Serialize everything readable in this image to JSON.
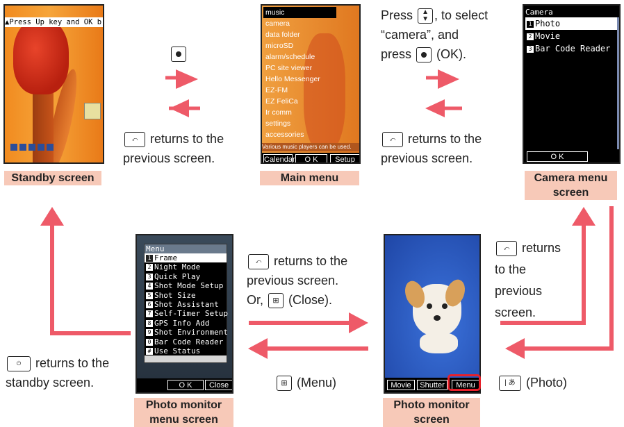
{
  "colors": {
    "arrow": "#ee5a68",
    "caption_bg": "#f7c9b8",
    "highlight": "#e8202a"
  },
  "standby": {
    "banner": "▲Press Up key and OK b",
    "caption": "Standby screen"
  },
  "main_menu": {
    "items": [
      "music",
      "camera",
      "data folder",
      "microSD",
      "alarm/schedule",
      "PC site viewer",
      "Hello Messenger",
      "EZ·FM",
      "EZ FeliCa",
      "Ir comm",
      "settings",
      "accessories"
    ],
    "hint": "Various music players can be used.",
    "softkeys": [
      "Calendar",
      "O K",
      "Setup"
    ],
    "caption": "Main menu"
  },
  "camera_menu": {
    "title": "Camera",
    "items": [
      {
        "num": "1",
        "label": "Photo"
      },
      {
        "num": "2",
        "label": "Movie"
      },
      {
        "num": "3",
        "label": "Bar Code Reader"
      }
    ],
    "softkey": "O K",
    "caption_line1": "Camera menu",
    "caption_line2": "screen"
  },
  "photo_menu": {
    "title": "Menu",
    "items": [
      {
        "num": "1",
        "label": "Frame"
      },
      {
        "num": "2",
        "label": "Night Mode"
      },
      {
        "num": "3",
        "label": "Quick Play"
      },
      {
        "num": "4",
        "label": "Shot Mode Setup"
      },
      {
        "num": "5",
        "label": "Shot Size"
      },
      {
        "num": "6",
        "label": "Shot Assistant"
      },
      {
        "num": "7",
        "label": "Self-Timer Setup"
      },
      {
        "num": "8",
        "label": "GPS Info Add"
      },
      {
        "num": "9",
        "label": "Shot Environment"
      },
      {
        "num": "0",
        "label": "Bar Code Reader"
      },
      {
        "num": "#",
        "label": "Use Status"
      }
    ],
    "softkeys": [
      "O K",
      "Close"
    ],
    "caption_line1": "Photo monitor",
    "caption_line2": "menu screen"
  },
  "photo_monitor": {
    "softkeys": [
      "Movie",
      "Shutter",
      "Menu"
    ],
    "caption_line1": "Photo monitor",
    "caption_line2": "screen"
  },
  "instructions": {
    "returns_prev_1a": "returns to the",
    "returns_prev_1b": "previous screen.",
    "press": "Press",
    "to_select": ", to select",
    "camera_quote": "“camera”, and",
    "press2": "press",
    "ok": "(OK).",
    "returns_prev_2a": "returns to the",
    "returns_prev_2b": "previous screen.",
    "returns_prev_3a": "returns to the",
    "returns_prev_3b": "previous screen.",
    "or_close_a": "Or,",
    "or_close_b": "(Close).",
    "returns_prev_4a": "returns",
    "returns_prev_4b": "to the",
    "returns_prev_4c": "previous",
    "returns_prev_4d": "screen.",
    "returns_standby_a": "returns to the",
    "returns_standby_b": "standby screen.",
    "menu": "(Menu)",
    "photo": "(Photo)"
  }
}
